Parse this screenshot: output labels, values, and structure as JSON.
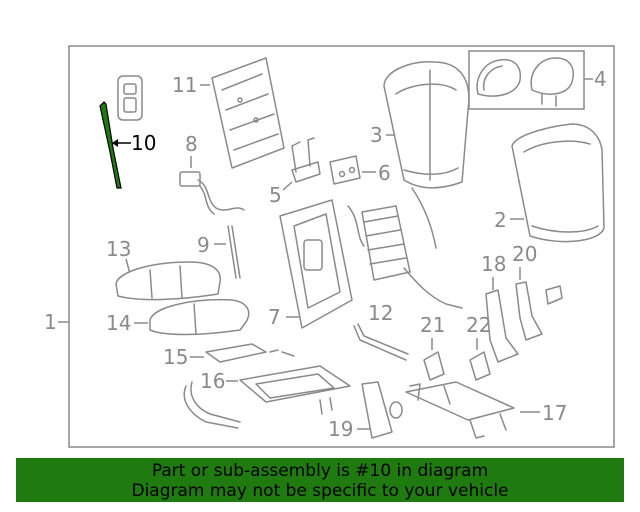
{
  "callouts": {
    "c1": "1",
    "c2": "2",
    "c3": "3",
    "c4": "4",
    "c5": "5",
    "c6": "6",
    "c7": "7",
    "c8": "8",
    "c9": "9",
    "c10": "10",
    "c11": "11",
    "c12": "12",
    "c13": "13",
    "c14": "14",
    "c15": "15",
    "c16": "16",
    "c17": "17",
    "c18": "18",
    "c19": "19",
    "c20": "20",
    "c21": "21",
    "c22": "22"
  },
  "highlight_color": "#1f7a0f",
  "banner": {
    "line1": "Part or sub-assembly is #10 in diagram",
    "line2": "Diagram may not be specific to your vehicle"
  }
}
